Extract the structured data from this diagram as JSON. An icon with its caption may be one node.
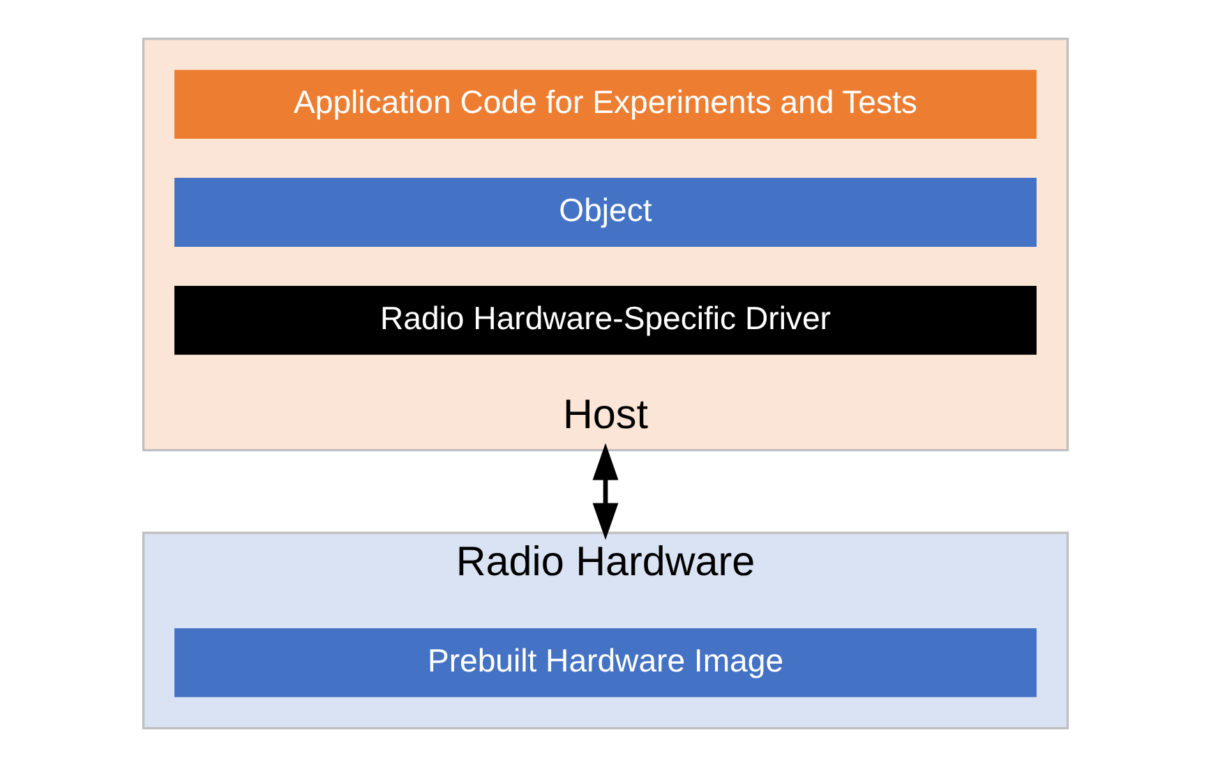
{
  "diagram": {
    "nodes": [
      {
        "text": [
          "Host"
        ]
      },
      {
        "text": [
          "Application Code for Experiments and Tests"
        ],
        "in": 0
      },
      {
        "text": [
          "Object"
        ],
        "in": 0
      },
      {
        "text": [
          "Radio Hardware-Specific Driver"
        ],
        "in": 0
      },
      {
        "text": [
          "Radio Hardware"
        ]
      },
      {
        "text": [
          "Prebuilt Hardware Image"
        ],
        "in": 4
      }
    ],
    "edges": [
      {
        "from": 0,
        "to": 4,
        "arrow": "both"
      }
    ]
  }
}
